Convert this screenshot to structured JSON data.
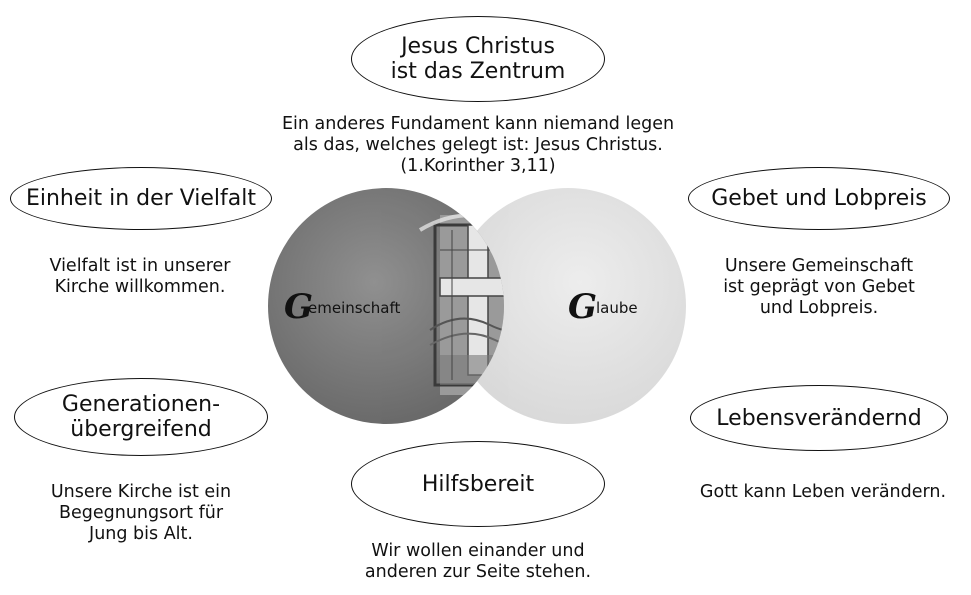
{
  "center": {
    "title": "Jesus Christus\nist das Zentrum",
    "text": "Ein anderes Fundament kann niemand legen\nals das, welches gelegt ist: Jesus Christus.\n(1.Korinther 3,11)"
  },
  "venn": {
    "left_initial": "G",
    "left_label": "emeinschaft",
    "right_initial": "G",
    "right_label": "laube",
    "left_color": "#6e6e6e",
    "right_color": "#e0e0e0"
  },
  "values": [
    {
      "id": "einheit",
      "title": "Einheit in der Vielfalt",
      "text": "Vielfalt ist in unserer\nKirche willkommen."
    },
    {
      "id": "gebet",
      "title": "Gebet und Lobpreis",
      "text": "Unsere Gemeinschaft\nist geprägt von Gebet\nund Lobpreis."
    },
    {
      "id": "generationen",
      "title": "Generationen-\nübergreifend",
      "text": "Unsere Kirche ist ein\nBegegnungsort für\nJung bis Alt."
    },
    {
      "id": "hilfsbereit",
      "title": "Hilfsbereit",
      "text": "Wir wollen einander und\nanderen zur Seite stehen."
    },
    {
      "id": "lebens",
      "title": "Lebensverändernd",
      "text": "Gott kann Leben verändern."
    }
  ]
}
